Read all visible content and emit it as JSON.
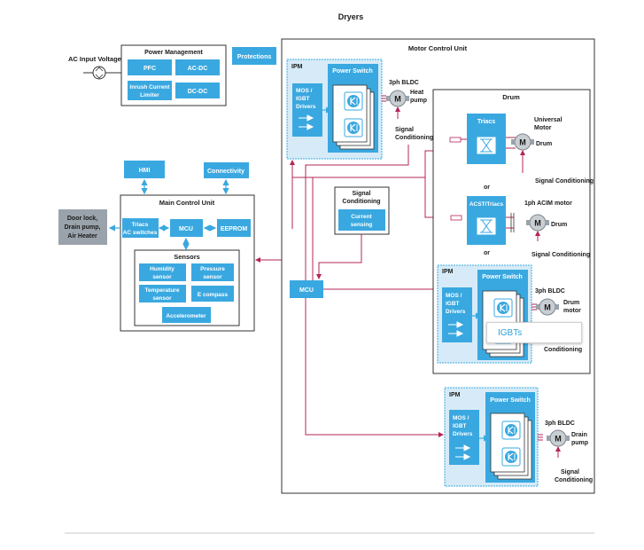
{
  "title": "Dryers",
  "ac_input": "AC  Input Voltage",
  "power_management": {
    "title": "Power Management",
    "pfc": "PFC",
    "acdc": "AC-DC",
    "inrush_1": "Inrush Current",
    "inrush_2": "Limiter",
    "dcdc": "DC-DC"
  },
  "protections": "Protections",
  "hmi": "HMI",
  "connectivity": "Connectivity",
  "main_control": {
    "title": "Main Control Unit",
    "triacs_1": "Triacs",
    "triacs_2": "AC switches",
    "mcu": "MCU",
    "eeprom": "EEPROM"
  },
  "door_lock": [
    "Door lock,",
    "Drain pump,",
    "Air Heater"
  ],
  "sensors": {
    "title": "Sensors",
    "humidity_1": "Humidity",
    "humidity_2": "sensor",
    "pressure_1": "Pressure",
    "pressure_2": "sensor",
    "temperature_1": "Temperature",
    "temperature_2": "sensor",
    "ecompass": "E compass",
    "accelerometer": "Accelerometer"
  },
  "motor_control": {
    "title": "Motor Control Unit",
    "mcu": "MCU",
    "signal_cond_1": "Signal",
    "signal_cond_2": "Conditioning",
    "current_1": "Current",
    "current_2": "sensing"
  },
  "ipm": {
    "label": "IPM",
    "power_switch": "Power Switch",
    "mos_1": "MOS /",
    "mos_2": "IGBT",
    "mos_3": "Drivers"
  },
  "heat_pump": {
    "bldc": "3ph BLDC",
    "name_1": "Heat",
    "name_2": "pump",
    "sig_1": "Signal",
    "sig_2": "Conditioning"
  },
  "motor_symbol": "M",
  "drum": {
    "title": "Drum",
    "triacs": "Triacs",
    "universal_1": "Universal",
    "universal_2": "Motor",
    "drum_label": "Drum",
    "sig_cond": "Signal Conditioning",
    "or": "or",
    "acst": "ACST/Triacs",
    "acim": "1ph ACIM motor",
    "sig_cond_2": "Signal Conditioning",
    "bldc": "3ph BLDC",
    "drum_motor_1": "Drum",
    "drum_motor_2": "motor",
    "conditioning": "Conditioning"
  },
  "drain": {
    "bldc": "3ph BLDC",
    "name_1": "Drain",
    "name_2": "pump",
    "sig_1": "Signal",
    "sig_2": "Conditioning"
  },
  "tooltip": "IGBTs",
  "colors": {
    "block": "#3aa8e0",
    "ipm_bg": "#d6ebf7",
    "wire": "#b5245a",
    "border": "#333333",
    "gray": "#9aa3ab"
  }
}
